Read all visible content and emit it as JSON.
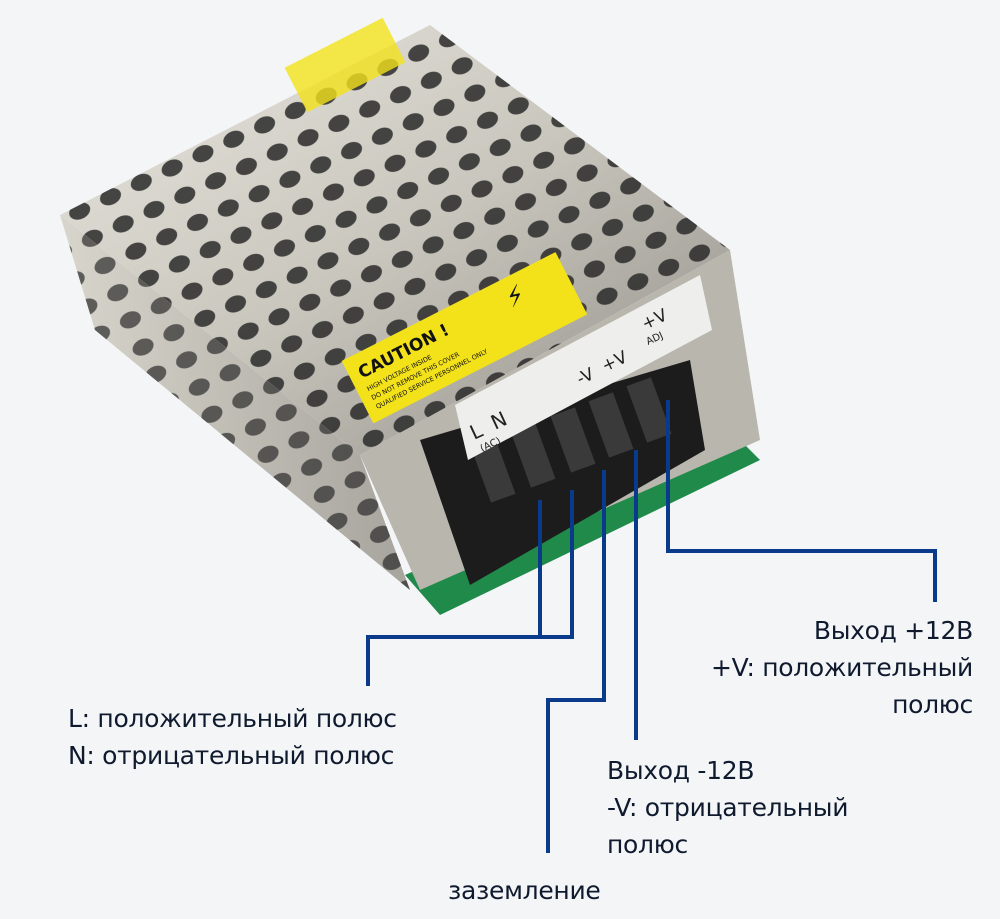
{
  "product": {
    "caution_title": "CAUTION !",
    "caution_lines": [
      "HIGH VOLTAGE INSIDE",
      "DO NOT REMOVE THIS COVER",
      "QUALIFIED SERVICE PERSONNEL ONLY"
    ],
    "terminals": {
      "l": "L",
      "n": "N",
      "ac": "(AC)",
      "minus_v": "-V",
      "plus_v": "+V",
      "adj_v": "+V",
      "adj": "ADJ"
    }
  },
  "labels": {
    "ln": {
      "line1": "L: положительный полюс",
      "line2": "N: отрицательный полюс"
    },
    "ground": {
      "text": "заземление"
    },
    "minus": {
      "line1": "Выход -12В",
      "line2": "-V: отрицательный",
      "line3": "полюс"
    },
    "plus": {
      "line1": "Выход +12В",
      "line2": "+V: положительный",
      "line3": "полюс"
    }
  },
  "colors": {
    "leader_line": "#0a3a8c",
    "text": "#0f1a2e",
    "caution_label": "#f3e21a",
    "pcb": "#1f8a4a"
  }
}
